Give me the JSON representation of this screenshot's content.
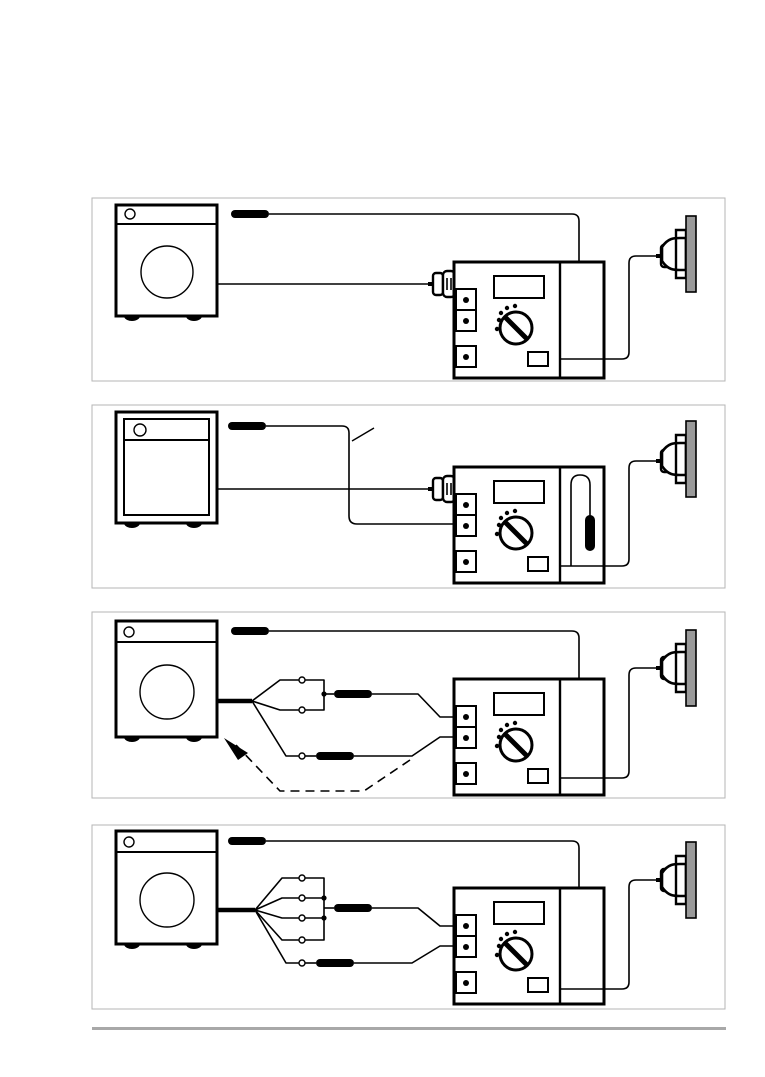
{
  "diagram": {
    "panels": [
      {
        "id": "panel-1",
        "appliance": "washing-machine"
      },
      {
        "id": "panel-2",
        "appliance": "dishwasher"
      },
      {
        "id": "panel-3",
        "appliance": "washing-machine"
      },
      {
        "id": "panel-4",
        "appliance": "washing-machine"
      }
    ],
    "icons": [
      "washing-machine-icon",
      "dishwasher-icon",
      "tester-icon",
      "rotary-dial-icon",
      "test-probe-icon",
      "mains-plug-icon",
      "wall-socket-icon",
      "switch-contact-icon"
    ],
    "colors": {
      "line": "#000000",
      "panel_border": "#b5b5b5",
      "wall": "#9a9a9a",
      "footer_rule": "#a8a8a8"
    }
  }
}
